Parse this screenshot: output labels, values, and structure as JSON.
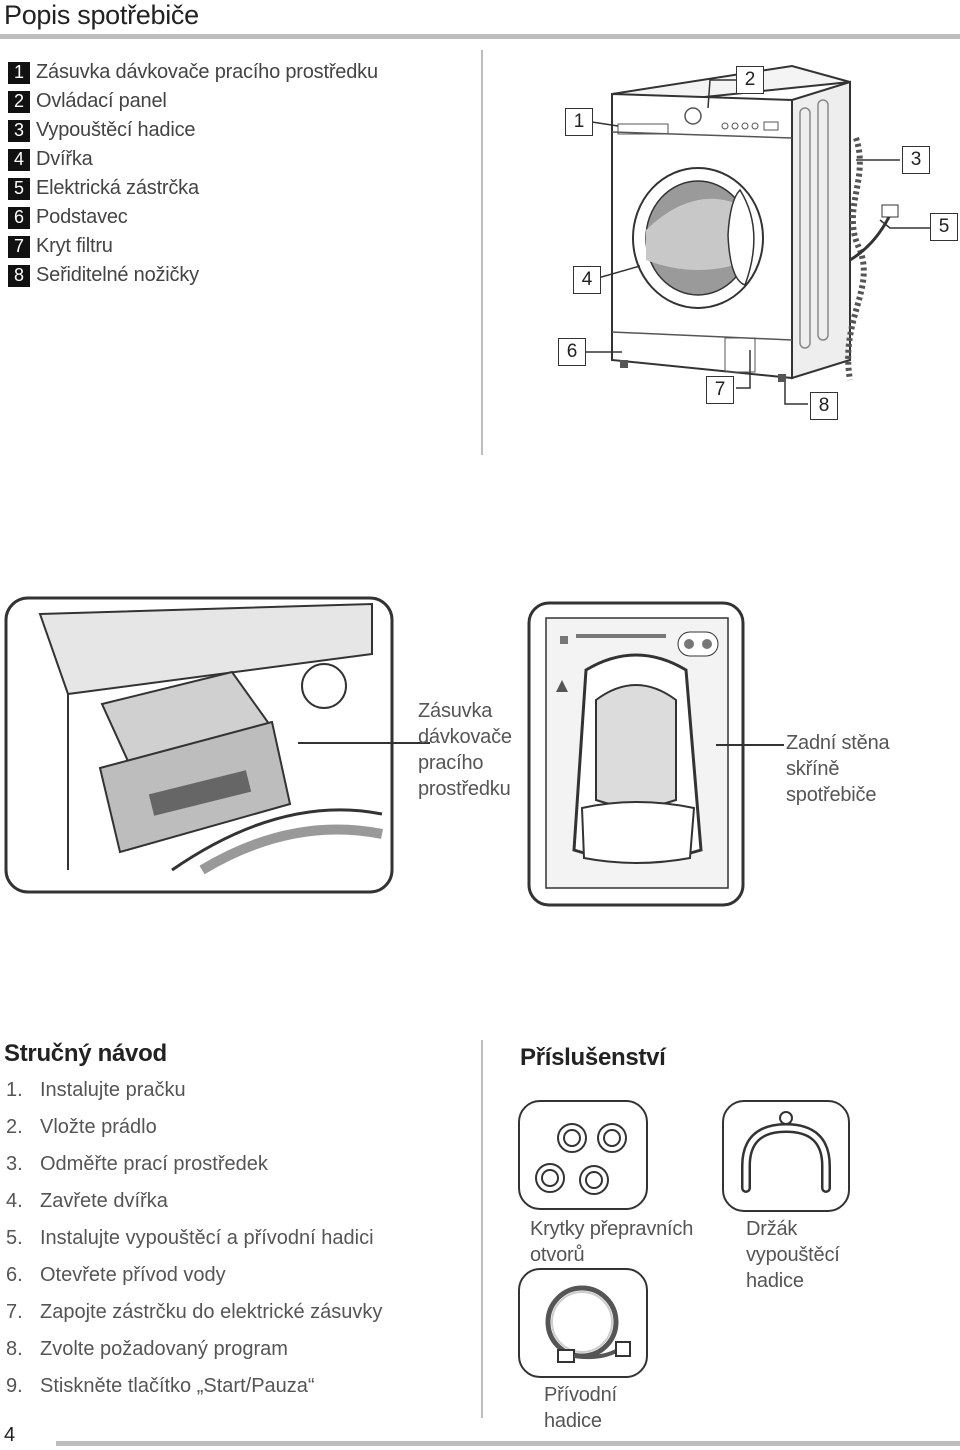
{
  "page": {
    "title": "Popis spotřebiče",
    "number": "4"
  },
  "legend": [
    {
      "num": "1",
      "label": "Zásuvka dávkovače pracího prostředku"
    },
    {
      "num": "2",
      "label": "Ovládací panel"
    },
    {
      "num": "3",
      "label": "Vypouštěcí hadice"
    },
    {
      "num": "4",
      "label": "Dvířka"
    },
    {
      "num": "5",
      "label": "Elektrická zástrčka"
    },
    {
      "num": "6",
      "label": "Podstavec"
    },
    {
      "num": "7",
      "label": "Kryt filtru"
    },
    {
      "num": "8",
      "label": "Seřiditelné nožičky"
    }
  ],
  "callouts": [
    "1",
    "2",
    "3",
    "4",
    "5",
    "6",
    "7",
    "8"
  ],
  "captions": {
    "dispenser": [
      "Zásuvka",
      "dávkovače",
      "pracího",
      "prostředku"
    ],
    "back_panel": [
      "Zadní stěna",
      "skříně",
      "spotřebiče"
    ]
  },
  "quick_guide": {
    "heading": "Stručný návod",
    "steps": [
      {
        "n": "1.",
        "text": "Instalujte pračku"
      },
      {
        "n": "2.",
        "text": "Vložte prádlo"
      },
      {
        "n": "3.",
        "text": "Odměřte prací prostředek"
      },
      {
        "n": "4.",
        "text": "Zavřete dvířka"
      },
      {
        "n": "5.",
        "text": "Instalujte vypouštěcí a přívodní hadici"
      },
      {
        "n": "6.",
        "text": "Otevřete přívod vody"
      },
      {
        "n": "7.",
        "text": "Zapojte zástrčku do elektrické zásuvky"
      },
      {
        "n": "8.",
        "text": "Zvolte požadovaný program"
      },
      {
        "n": "9.",
        "text": "Stiskněte tlačítko „Start/Pauza“"
      }
    ]
  },
  "accessories": {
    "heading": "Příslušenství",
    "items": [
      {
        "lines": [
          "Krytky přepravních",
          "otvorů"
        ]
      },
      {
        "lines": [
          "Držák",
          "vypouštěcí",
          "hadice"
        ]
      },
      {
        "lines": [
          "Přívodní",
          "hadice"
        ]
      }
    ]
  }
}
